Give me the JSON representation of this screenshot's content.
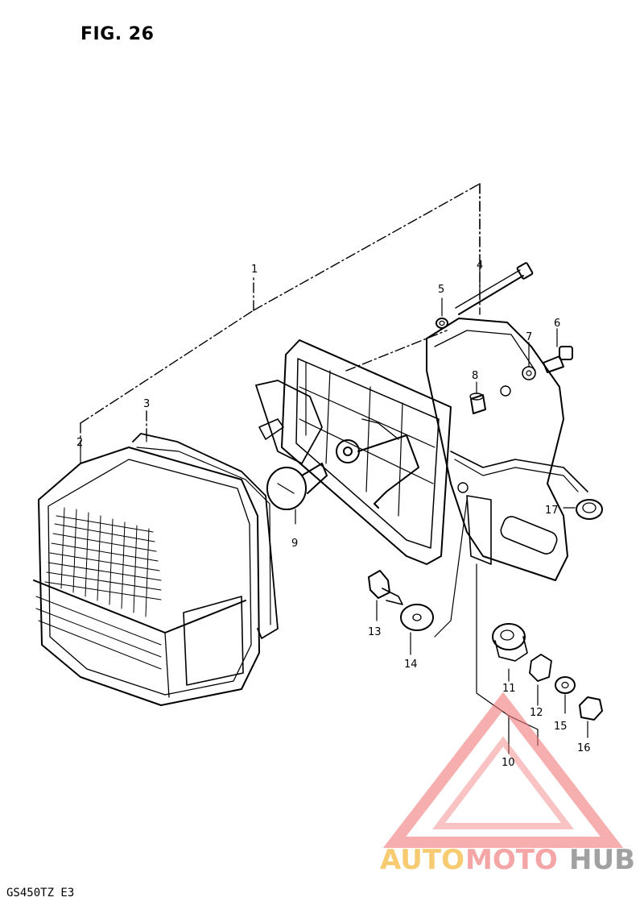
{
  "figure": {
    "title": "FIG. 26"
  },
  "model_code": "GS450TZ E3",
  "callouts": [
    {
      "id": "1",
      "label": "1"
    },
    {
      "id": "2",
      "label": "2"
    },
    {
      "id": "3",
      "label": "3"
    },
    {
      "id": "4",
      "label": "4"
    },
    {
      "id": "5",
      "label": "5"
    },
    {
      "id": "6",
      "label": "6"
    },
    {
      "id": "7",
      "label": "7"
    },
    {
      "id": "8",
      "label": "8"
    },
    {
      "id": "9",
      "label": "9"
    },
    {
      "id": "10",
      "label": "10"
    },
    {
      "id": "11",
      "label": "11"
    },
    {
      "id": "12",
      "label": "12"
    },
    {
      "id": "13",
      "label": "13"
    },
    {
      "id": "14",
      "label": "14"
    },
    {
      "id": "15",
      "label": "15"
    },
    {
      "id": "16",
      "label": "16"
    },
    {
      "id": "17",
      "label": "17"
    }
  ],
  "watermark": {
    "part1": "AUTO",
    "part2": "MOTO",
    "part3": "HUB",
    "colors": {
      "auto": "#f4b942",
      "moto": "#f08080",
      "hub": "#8a8a8a",
      "logo": "#f07a78"
    }
  }
}
